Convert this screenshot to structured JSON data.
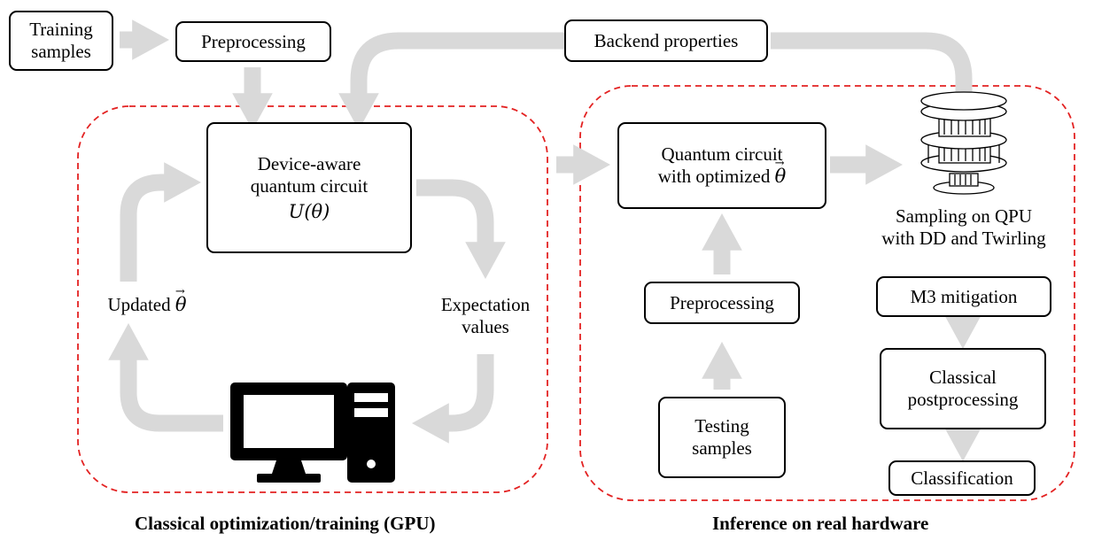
{
  "nodes": {
    "training_samples": "Training samples",
    "preprocessing_top": "Preprocessing",
    "backend_properties": "Backend properties",
    "device_aware_line1": "Device-aware",
    "device_aware_line2": "quantum circuit",
    "unitary": "U(θ)",
    "quantum_circuit_line1": "Quantum circuit",
    "quantum_circuit_line2": "with optimized",
    "theta": "θ",
    "sampling_line1": "Sampling on QPU",
    "sampling_line2": "with DD and Twirling",
    "updated_theta": "Updated",
    "expectation_line1": "Expectation",
    "expectation_line2": "values",
    "preprocessing_inference": "Preprocessing",
    "testing_samples_line1": "Testing",
    "testing_samples_line2": "samples",
    "m3_mitigation": "M3 mitigation",
    "classical_postprocessing_line1": "Classical",
    "classical_postprocessing_line2": "postprocessing",
    "classification": "Classification"
  },
  "captions": {
    "left_region": "Classical optimization/training (GPU)",
    "right_region": "Inference on real hardware"
  },
  "colors": {
    "arrow": "#d9d9d9",
    "region_border": "#e32222",
    "box_border": "#000000",
    "icon": "#000000"
  },
  "icons": [
    "computer-monitor-icon",
    "computer-tower-icon",
    "qpu-chip-icon"
  ]
}
